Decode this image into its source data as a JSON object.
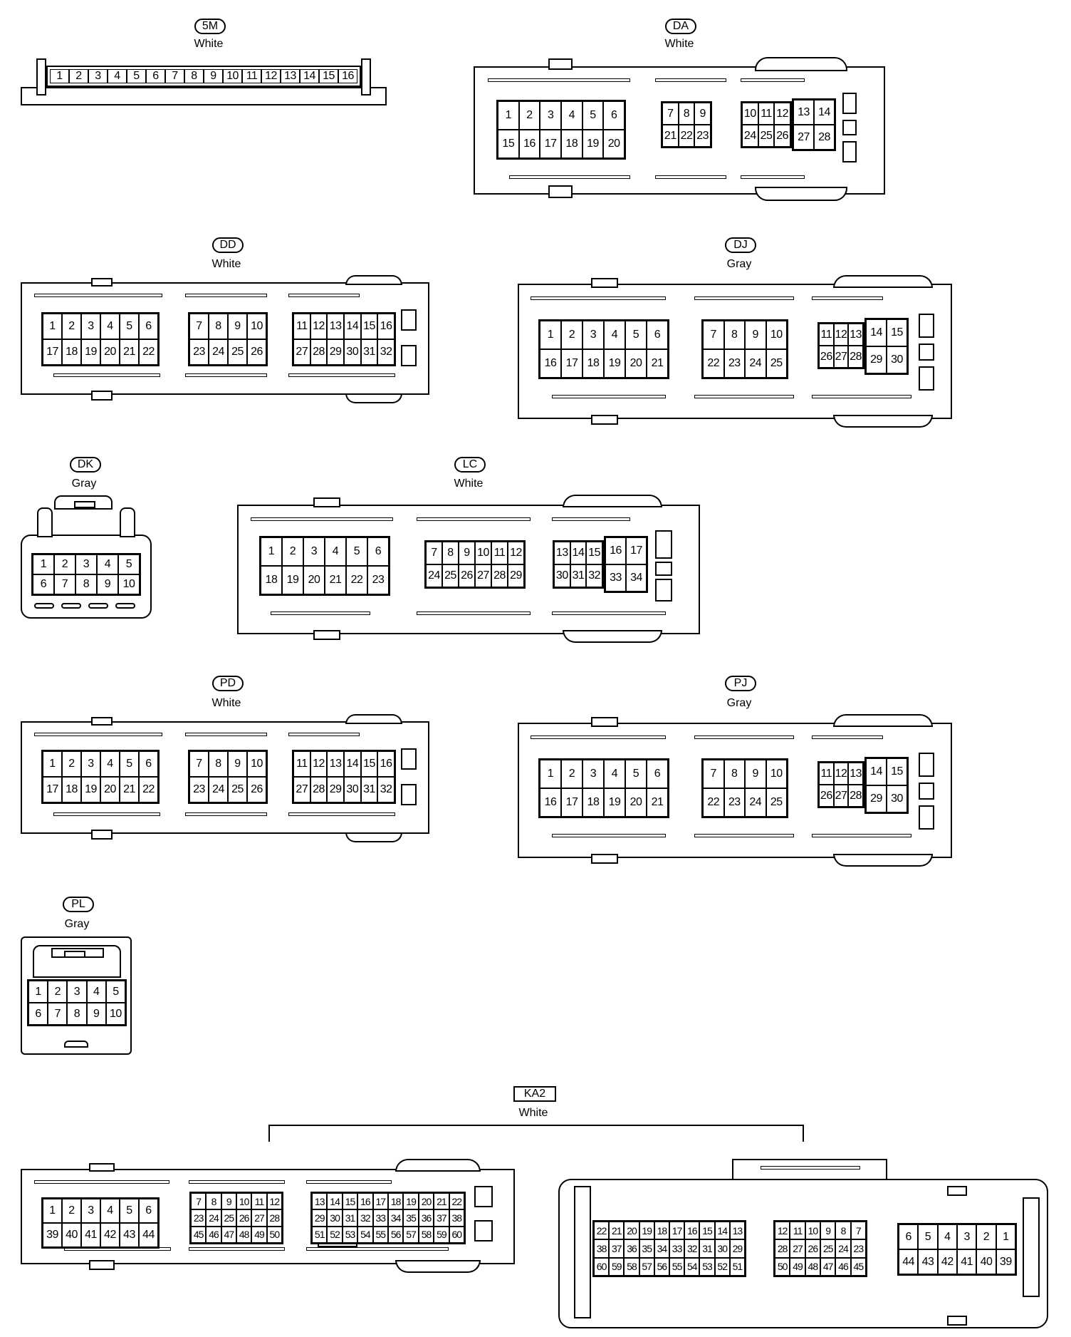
{
  "connectors": [
    {
      "id": "5M",
      "color": "White",
      "blocks": [
        [
          [
            "1",
            "2",
            "3",
            "4",
            "5",
            "6",
            "7",
            "8",
            "9",
            "10",
            "11",
            "12",
            "13",
            "14",
            "15",
            "16"
          ]
        ]
      ]
    },
    {
      "id": "DA",
      "color": "White",
      "blocks": [
        [
          [
            "1",
            "2",
            "3",
            "4",
            "5",
            "6"
          ],
          [
            "15",
            "16",
            "17",
            "18",
            "19",
            "20"
          ]
        ],
        [
          [
            "7",
            "8",
            "9"
          ],
          [
            "21",
            "22",
            "23"
          ]
        ],
        [
          [
            "10",
            "11",
            "12"
          ],
          [
            "24",
            "25",
            "26"
          ]
        ],
        [
          [
            "13",
            "14"
          ],
          [
            "27",
            "28"
          ]
        ]
      ]
    },
    {
      "id": "DD",
      "color": "White",
      "blocks": [
        [
          [
            "1",
            "2",
            "3",
            "4",
            "5",
            "6"
          ],
          [
            "17",
            "18",
            "19",
            "20",
            "21",
            "22"
          ]
        ],
        [
          [
            "7",
            "8",
            "9",
            "10"
          ],
          [
            "23",
            "24",
            "25",
            "26"
          ]
        ],
        [
          [
            "11",
            "12",
            "13",
            "14",
            "15",
            "16"
          ],
          [
            "27",
            "28",
            "29",
            "30",
            "31",
            "32"
          ]
        ]
      ]
    },
    {
      "id": "DJ",
      "color": "Gray",
      "blocks": [
        [
          [
            "1",
            "2",
            "3",
            "4",
            "5",
            "6"
          ],
          [
            "16",
            "17",
            "18",
            "19",
            "20",
            "21"
          ]
        ],
        [
          [
            "7",
            "8",
            "9",
            "10"
          ],
          [
            "22",
            "23",
            "24",
            "25"
          ]
        ],
        [
          [
            "11",
            "12",
            "13"
          ],
          [
            "26",
            "27",
            "28"
          ]
        ],
        [
          [
            "14",
            "15"
          ],
          [
            "29",
            "30"
          ]
        ]
      ]
    },
    {
      "id": "DK",
      "color": "Gray",
      "blocks": [
        [
          [
            "1",
            "2",
            "3",
            "4",
            "5"
          ],
          [
            "6",
            "7",
            "8",
            "9",
            "10"
          ]
        ]
      ]
    },
    {
      "id": "LC",
      "color": "White",
      "blocks": [
        [
          [
            "1",
            "2",
            "3",
            "4",
            "5",
            "6"
          ],
          [
            "18",
            "19",
            "20",
            "21",
            "22",
            "23"
          ]
        ],
        [
          [
            "7",
            "8",
            "9",
            "10",
            "11",
            "12"
          ],
          [
            "24",
            "25",
            "26",
            "27",
            "28",
            "29"
          ]
        ],
        [
          [
            "13",
            "14",
            "15"
          ],
          [
            "30",
            "31",
            "32"
          ]
        ],
        [
          [
            "16",
            "17"
          ],
          [
            "33",
            "34"
          ]
        ]
      ]
    },
    {
      "id": "PD",
      "color": "White",
      "blocks": [
        [
          [
            "1",
            "2",
            "3",
            "4",
            "5",
            "6"
          ],
          [
            "17",
            "18",
            "19",
            "20",
            "21",
            "22"
          ]
        ],
        [
          [
            "7",
            "8",
            "9",
            "10"
          ],
          [
            "23",
            "24",
            "25",
            "26"
          ]
        ],
        [
          [
            "11",
            "12",
            "13",
            "14",
            "15",
            "16"
          ],
          [
            "27",
            "28",
            "29",
            "30",
            "31",
            "32"
          ]
        ]
      ]
    },
    {
      "id": "PJ",
      "color": "Gray",
      "blocks": [
        [
          [
            "1",
            "2",
            "3",
            "4",
            "5",
            "6"
          ],
          [
            "16",
            "17",
            "18",
            "19",
            "20",
            "21"
          ]
        ],
        [
          [
            "7",
            "8",
            "9",
            "10"
          ],
          [
            "22",
            "23",
            "24",
            "25"
          ]
        ],
        [
          [
            "11",
            "12",
            "13"
          ],
          [
            "26",
            "27",
            "28"
          ]
        ],
        [
          [
            "14",
            "15"
          ],
          [
            "29",
            "30"
          ]
        ]
      ]
    },
    {
      "id": "PL",
      "color": "Gray",
      "blocks": [
        [
          [
            "1",
            "2",
            "3",
            "4",
            "5"
          ],
          [
            "6",
            "7",
            "8",
            "9",
            "10"
          ]
        ]
      ]
    },
    {
      "id": "KA2",
      "color": "White",
      "blocks": [
        [
          [
            "1",
            "2",
            "3",
            "4",
            "5",
            "6"
          ],
          [
            "39",
            "40",
            "41",
            "42",
            "43",
            "44"
          ]
        ],
        [
          [
            "7",
            "8",
            "9",
            "10",
            "11",
            "12"
          ],
          [
            "23",
            "24",
            "25",
            "26",
            "27",
            "28"
          ],
          [
            "45",
            "46",
            "47",
            "48",
            "49",
            "50"
          ]
        ],
        [
          [
            "13",
            "14",
            "15",
            "16",
            "17",
            "18",
            "19",
            "20",
            "21",
            "22"
          ],
          [
            "29",
            "30",
            "31",
            "32",
            "33",
            "34",
            "35",
            "36",
            "37",
            "38"
          ],
          [
            "51",
            "52",
            "53",
            "54",
            "55",
            "56",
            "57",
            "58",
            "59",
            "60"
          ]
        ],
        [
          [
            "22",
            "21",
            "20",
            "19",
            "18",
            "17",
            "16",
            "15",
            "14",
            "13"
          ],
          [
            "38",
            "37",
            "36",
            "35",
            "34",
            "33",
            "32",
            "31",
            "30",
            "29"
          ],
          [
            "60",
            "59",
            "58",
            "57",
            "56",
            "55",
            "54",
            "53",
            "52",
            "51"
          ]
        ],
        [
          [
            "12",
            "11",
            "10",
            "9",
            "8",
            "7"
          ],
          [
            "28",
            "27",
            "26",
            "25",
            "24",
            "23"
          ],
          [
            "50",
            "49",
            "48",
            "47",
            "46",
            "45"
          ]
        ],
        [
          [
            "6",
            "5",
            "4",
            "3",
            "2",
            "1"
          ],
          [
            "44",
            "43",
            "42",
            "41",
            "40",
            "39"
          ]
        ]
      ]
    }
  ]
}
